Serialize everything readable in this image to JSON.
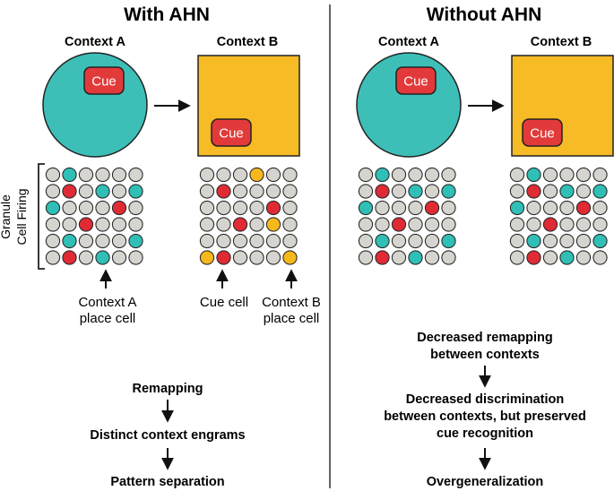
{
  "panels": {
    "left": {
      "title": "With AHN",
      "context_a_label": "Context A",
      "context_b_label": "Context B",
      "cue_a": "Cue",
      "cue_b": "Cue",
      "axis_label_line1": "Granule",
      "axis_label_line2": "Cell Firing",
      "grid_a": [
        [
          "g",
          "c",
          "g",
          "g",
          "g",
          "g"
        ],
        [
          "g",
          "r",
          "g",
          "c",
          "g",
          "c"
        ],
        [
          "c",
          "g",
          "g",
          "g",
          "r",
          "g"
        ],
        [
          "g",
          "g",
          "r",
          "g",
          "g",
          "g"
        ],
        [
          "g",
          "c",
          "g",
          "g",
          "g",
          "c"
        ],
        [
          "g",
          "r",
          "g",
          "c",
          "g",
          "g"
        ]
      ],
      "grid_b": [
        [
          "g",
          "g",
          "g",
          "y",
          "g",
          "g"
        ],
        [
          "g",
          "r",
          "g",
          "g",
          "g",
          "g"
        ],
        [
          "g",
          "g",
          "g",
          "g",
          "r",
          "g"
        ],
        [
          "g",
          "g",
          "r",
          "g",
          "y",
          "g"
        ],
        [
          "g",
          "g",
          "g",
          "g",
          "g",
          "g"
        ],
        [
          "y",
          "r",
          "g",
          "g",
          "g",
          "y"
        ]
      ],
      "annotation_a_line1": "Context A",
      "annotation_a_line2": "place cell",
      "annotation_cue": "Cue cell",
      "annotation_b_line1": "Context B",
      "annotation_b_line2": "place cell",
      "flow": [
        "Remapping",
        "Distinct context engrams",
        "Pattern separation"
      ]
    },
    "right": {
      "title": "Without AHN",
      "context_a_label": "Context A",
      "context_b_label": "Context B",
      "cue_a": "Cue",
      "cue_b": "Cue",
      "grid_a": [
        [
          "g",
          "c",
          "g",
          "g",
          "g",
          "g"
        ],
        [
          "g",
          "r",
          "g",
          "c",
          "g",
          "c"
        ],
        [
          "c",
          "g",
          "g",
          "g",
          "r",
          "g"
        ],
        [
          "g",
          "g",
          "r",
          "g",
          "g",
          "g"
        ],
        [
          "g",
          "c",
          "g",
          "g",
          "g",
          "c"
        ],
        [
          "g",
          "r",
          "g",
          "c",
          "g",
          "g"
        ]
      ],
      "grid_b": [
        [
          "g",
          "c",
          "g",
          "g",
          "g",
          "g"
        ],
        [
          "g",
          "r",
          "g",
          "c",
          "g",
          "c"
        ],
        [
          "c",
          "g",
          "g",
          "g",
          "r",
          "g"
        ],
        [
          "g",
          "g",
          "r",
          "g",
          "g",
          "g"
        ],
        [
          "g",
          "c",
          "g",
          "g",
          "g",
          "c"
        ],
        [
          "g",
          "r",
          "g",
          "c",
          "g",
          "g"
        ]
      ],
      "flow_1_line1": "Decreased remapping",
      "flow_1_line2": "between contexts",
      "flow_2_line1": "Decreased discrimination",
      "flow_2_line2": "between contexts, but preserved",
      "flow_2_line3": "cue recognition",
      "flow_3": "Overgeneralization"
    }
  },
  "colors": {
    "teal": "#3dbfb8",
    "amber": "#f6bb25",
    "cue_red": "#e23a3a",
    "cell_gray": "#d6d4ce",
    "cell_teal": "#2fbfb6",
    "cell_red": "#e02b35",
    "cell_yellow": "#f7b81c"
  }
}
